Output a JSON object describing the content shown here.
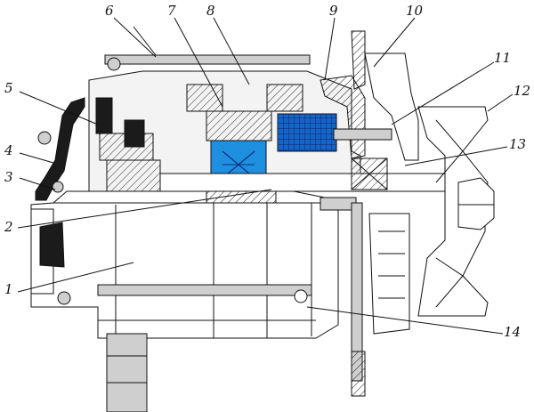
{
  "figure": {
    "callouts": [
      {
        "id": "1",
        "text": "1"
      },
      {
        "id": "2",
        "text": "2"
      },
      {
        "id": "3",
        "text": "3"
      },
      {
        "id": "4",
        "text": "4"
      },
      {
        "id": "5",
        "text": "5"
      },
      {
        "id": "6",
        "text": "6"
      },
      {
        "id": "7",
        "text": "7"
      },
      {
        "id": "8",
        "text": "8"
      },
      {
        "id": "9",
        "text": "9"
      },
      {
        "id": "10",
        "text": "10"
      },
      {
        "id": "11",
        "text": "11"
      },
      {
        "id": "12",
        "text": "12"
      },
      {
        "id": "13",
        "text": "13"
      },
      {
        "id": "14",
        "text": "14"
      }
    ],
    "colors": {
      "stator_blue": "#1f8fe0",
      "winding_blue": "#1565c8",
      "grid_line": "#0d2f7a",
      "ink": "#111111"
    }
  }
}
